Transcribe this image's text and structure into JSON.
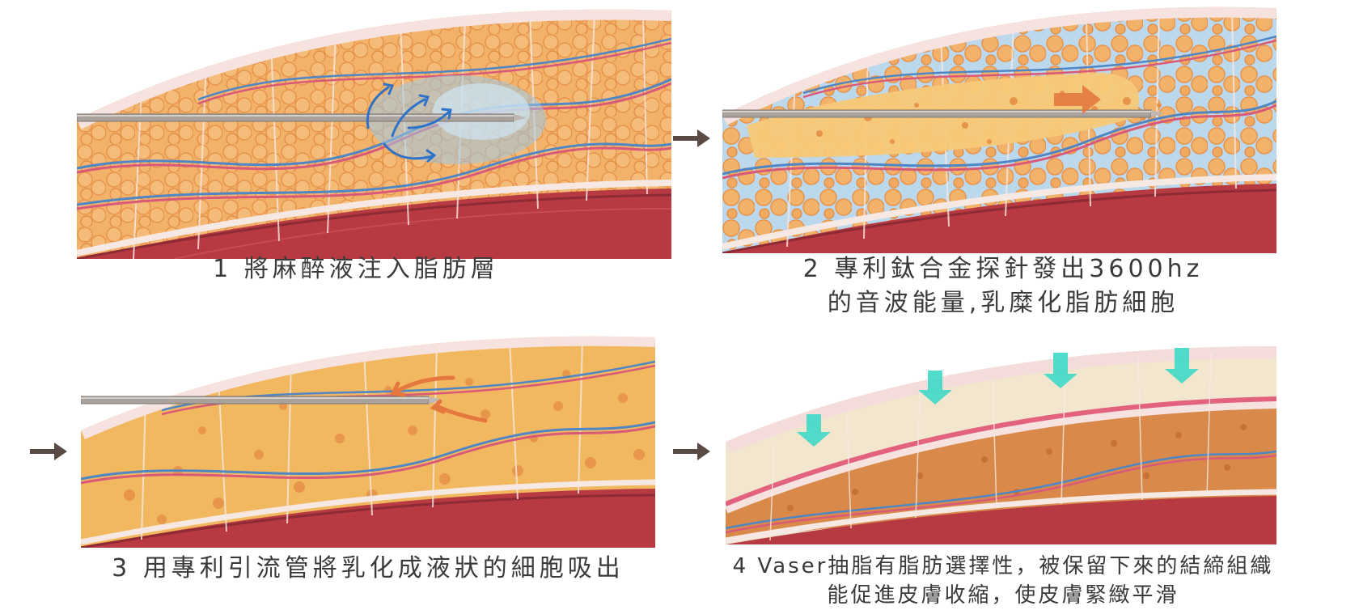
{
  "steps": [
    {
      "number": "1",
      "text": "將麻醉液注入脂肪層"
    },
    {
      "number": "2",
      "line1": "專利鈦合金探針發出3600hz",
      "line2": "的音波能量,乳糜化脂肪細胞"
    },
    {
      "number": "3",
      "text": "用專利引流管將乳化成液狀的細胞吸出"
    },
    {
      "number": "4",
      "line1": "Vaser抽脂有脂肪選擇性，被保留下來的結締組織",
      "line2": "能促進皮膚收縮，使皮膚緊緻平滑"
    }
  ],
  "colors": {
    "skin": "#e3627e",
    "fat": "#f2b26a",
    "fat_dark": "#e8934a",
    "muscle": "#b73a42",
    "membrane": "#f6e9e4",
    "cannula": "#a9a19b",
    "anesthetic": "#9cc9e6",
    "emulsion": "#f6c978",
    "tighten_arrow": "#3fd8c6",
    "suction_arrow": "#e5783f",
    "step_arrow": "#5a4a44",
    "caption": "#3a3a3a"
  },
  "icons": {
    "flow_arrow": "right-arrow-icon",
    "infusion": "blue-flow-arrow-icon",
    "probe": "orange-arrow-icon",
    "suction": "curved-orange-arrow-icon",
    "tighten": "teal-down-arrow-icon"
  }
}
